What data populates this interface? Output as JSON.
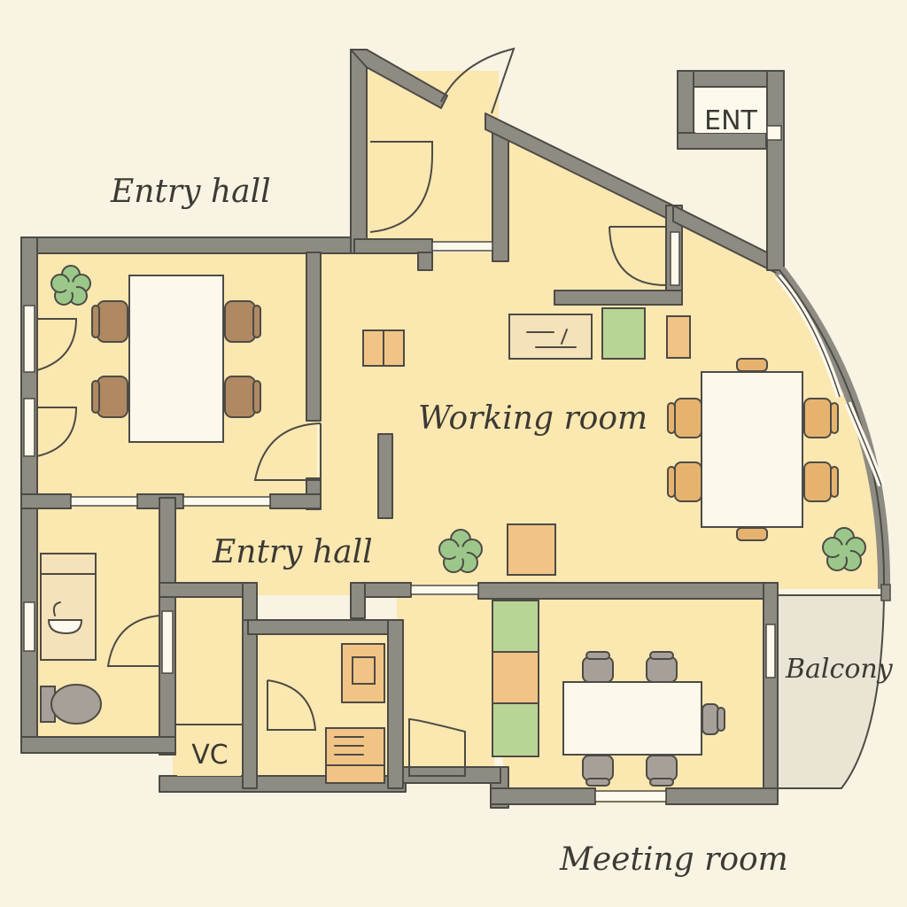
{
  "rooms": {
    "entry_hall_top": "Entry hall",
    "working_room": "Working room",
    "entry_hall_middle": "Entry hall",
    "balcony": "Balcony",
    "meeting_room": "Meeting room",
    "entrance_sign": "ENT",
    "vc_sign": "VC"
  },
  "colors": {
    "background": "#f8f3e2",
    "floor": "#fbe7b0",
    "wall": "#8e8b83",
    "plant": "#9bc88a",
    "accent_orange": "#f1c486",
    "accent_green": "#b9d596"
  }
}
